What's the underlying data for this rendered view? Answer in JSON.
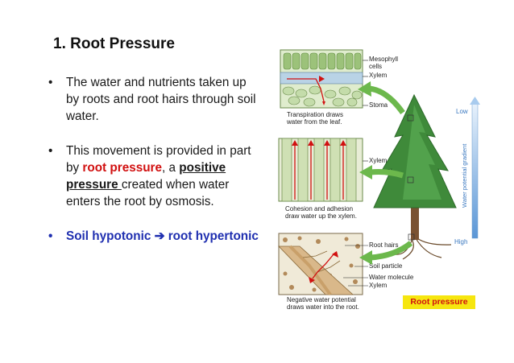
{
  "slide": {
    "title": "1. Root Pressure",
    "bullet_marker": "•",
    "bullet1": "The water and nutrients taken up by roots and root hairs through soil water.",
    "bullet2": {
      "part1": "This movement is provided in part by ",
      "highlight": "root pressure",
      "part2": ", a ",
      "underlined": "positive pressure ",
      "part3": "created when water enters the root by osmosis."
    },
    "bullet3": {
      "part1": "Soil hypotonic ",
      "arrow": "➔",
      "part2": " root hypertonic"
    }
  },
  "diagram": {
    "labels": {
      "mesophyll": "Mesophyll",
      "cells": "cells",
      "xylem_top": "Xylem",
      "stoma": "Stoma",
      "transpiration1": "Transpiration draws",
      "transpiration2": "water from the leaf.",
      "xylem_mid": "Xylem",
      "cohesion1": "Cohesion and adhesion",
      "cohesion2": "draw water up the xylem.",
      "root_hairs": "Root hairs",
      "soil_particle": "Soil particle",
      "water_molecule": "Water molecule",
      "xylem_bottom": "Xylem",
      "negative1": "Negative water potential",
      "negative2": "draws water into the root.",
      "low": "Low",
      "high": "High",
      "gradient": "Water potential gradient"
    },
    "badge": "Root pressure",
    "colors": {
      "arrow_red": "#d11010",
      "arrow_green": "#6cb84c",
      "gradient_blue": "#8cb8e6",
      "tree_green": "#3f8a3a",
      "highlight_yellow": "#f6e60f"
    }
  }
}
